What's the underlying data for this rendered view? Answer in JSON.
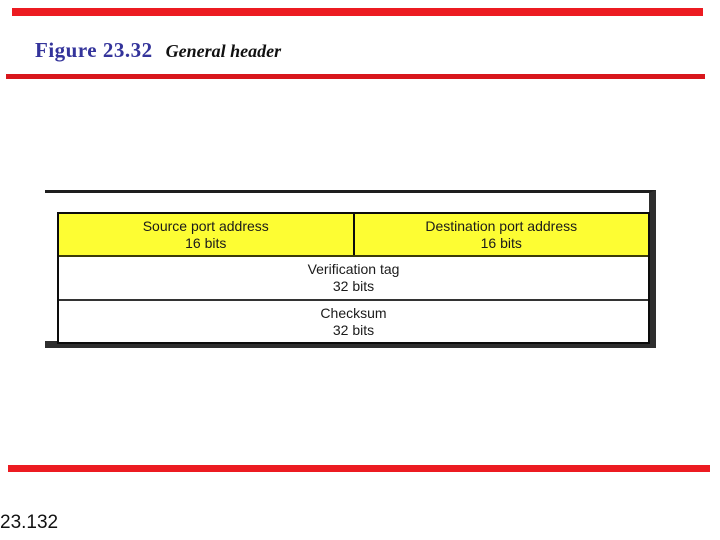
{
  "slide": {
    "title_label": "Figure 23.32",
    "title_text": "General header",
    "page_number": "23.132",
    "colors": {
      "accent_red": "#EC1B21",
      "title_blue": "#34349B",
      "header_row_yellow": "#FDFD33",
      "border_black": "#0C0C0C",
      "shadow_gray": "#2E2E2E"
    }
  },
  "figure": {
    "name": "general-header-diagram",
    "rows": [
      {
        "cells": [
          {
            "label": "Source port address",
            "size": "16 bits"
          },
          {
            "label": "Destination port address",
            "size": "16 bits"
          }
        ]
      },
      {
        "cells": [
          {
            "label": "Verification tag",
            "size": "32 bits"
          }
        ]
      },
      {
        "cells": [
          {
            "label": "Checksum",
            "size": "32 bits"
          }
        ]
      }
    ]
  }
}
